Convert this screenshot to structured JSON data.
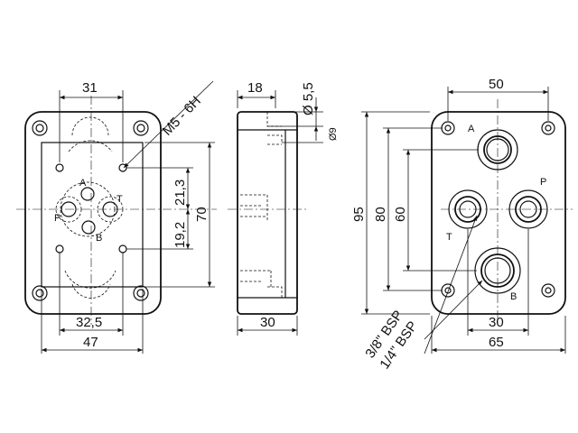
{
  "front_view": {
    "dim_top": "31",
    "dim_thread": "M5 - 6H",
    "dim_v1": "21,3",
    "dim_v2": "19,2",
    "dim_v3": "70",
    "dim_bottom1": "32,5",
    "dim_bottom2": "47",
    "port_a": "A",
    "port_p": "P",
    "port_t": "T",
    "port_b": "B"
  },
  "side_view": {
    "dim_top": "18",
    "dim_hole1": "Ø 5,5",
    "dim_hole2": "Ø9",
    "dim_bottom": "30"
  },
  "rear_view": {
    "dim_top": "50",
    "dim_v1": "95",
    "dim_v2": "80",
    "dim_v3": "60",
    "dim_bottom1": "30",
    "dim_bottom2": "65",
    "thread_1": "3/8\" BSP",
    "thread_2": "1/4\" BSP",
    "port_a": "A",
    "port_p": "P",
    "port_t": "T",
    "port_b": "B"
  }
}
